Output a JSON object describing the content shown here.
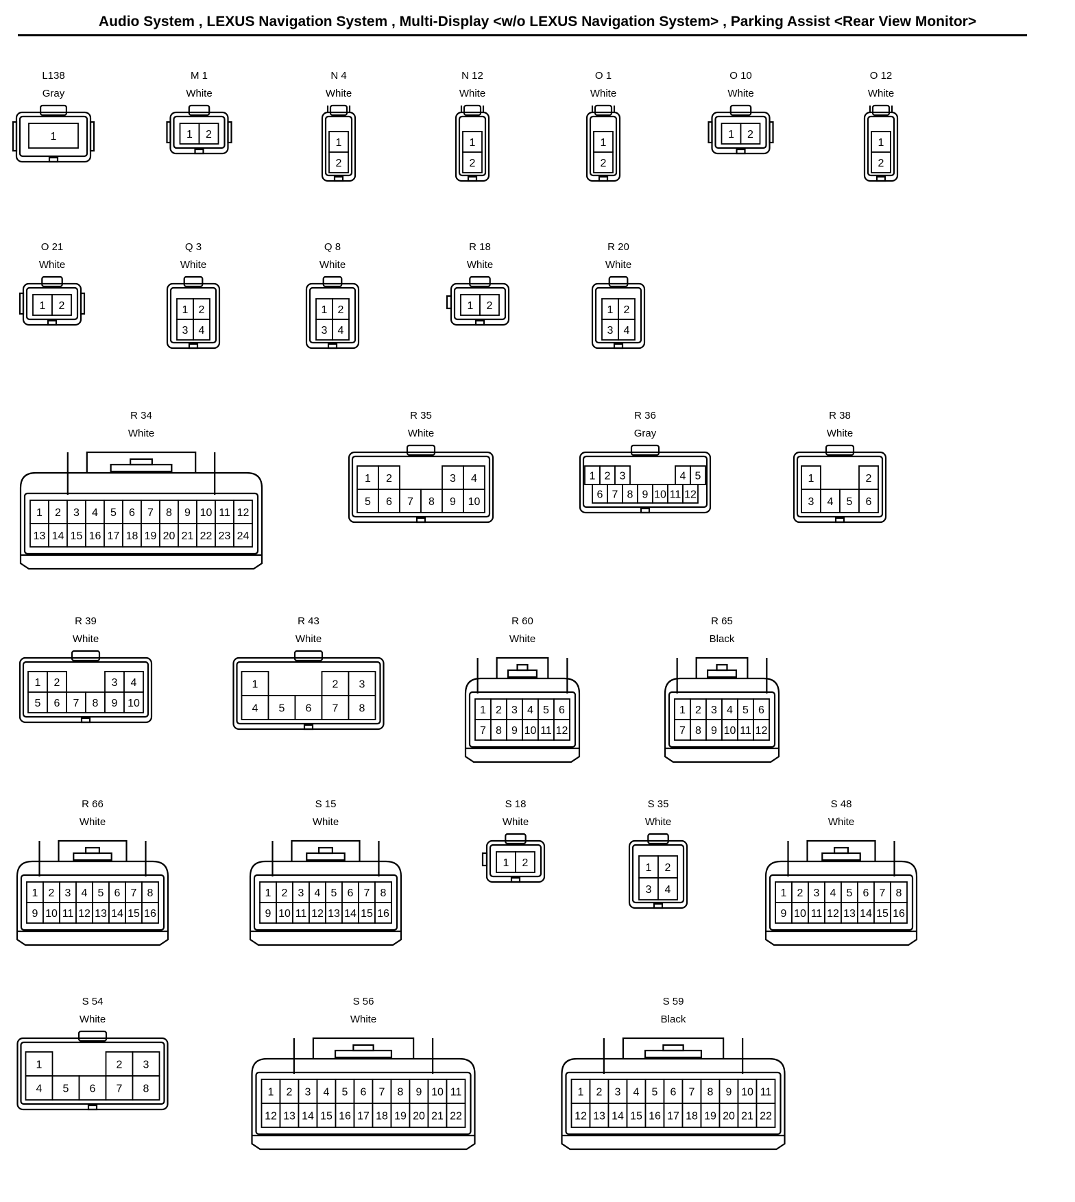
{
  "page": {
    "title": "Audio System , LEXUS Navigation System , Multi-Display <w/o LEXUS Navigation System> , Parking Assist <Rear View Monitor>"
  },
  "connectors": [
    {
      "id": "L138",
      "color": "Gray",
      "pins": [
        [
          1
        ]
      ]
    },
    {
      "id": "M 1",
      "color": "White",
      "pins": [
        [
          1,
          2
        ]
      ]
    },
    {
      "id": "N 4",
      "color": "White",
      "pins": [
        [
          1
        ],
        [
          2
        ]
      ]
    },
    {
      "id": "N 12",
      "color": "White",
      "pins": [
        [
          1
        ],
        [
          2
        ]
      ]
    },
    {
      "id": "O 1",
      "color": "White",
      "pins": [
        [
          1
        ],
        [
          2
        ]
      ]
    },
    {
      "id": "O 10",
      "color": "White",
      "pins": [
        [
          1,
          2
        ]
      ]
    },
    {
      "id": "O 12",
      "color": "White",
      "pins": [
        [
          1
        ],
        [
          2
        ]
      ]
    },
    {
      "id": "O 21",
      "color": "White",
      "pins": [
        [
          1,
          2
        ]
      ]
    },
    {
      "id": "Q 3",
      "color": "White",
      "pins": [
        [
          1,
          2
        ],
        [
          3,
          4
        ]
      ]
    },
    {
      "id": "Q 8",
      "color": "White",
      "pins": [
        [
          1,
          2
        ],
        [
          3,
          4
        ]
      ]
    },
    {
      "id": "R 18",
      "color": "White",
      "pins": [
        [
          1,
          2
        ]
      ]
    },
    {
      "id": "R 20",
      "color": "White",
      "pins": [
        [
          1,
          2
        ],
        [
          3,
          4
        ]
      ]
    },
    {
      "id": "R 34",
      "color": "White",
      "pins": [
        [
          1,
          2,
          3,
          4,
          5,
          6,
          7,
          8,
          9,
          10,
          11,
          12
        ],
        [
          13,
          14,
          15,
          16,
          17,
          18,
          19,
          20,
          21,
          22,
          23,
          24
        ]
      ]
    },
    {
      "id": "R 35",
      "color": "White",
      "pins": [
        [
          1,
          2,
          null,
          null,
          3,
          4
        ],
        [
          5,
          6,
          7,
          8,
          9,
          10
        ]
      ]
    },
    {
      "id": "R 36",
      "color": "Gray",
      "pins": [
        [
          1,
          2,
          3,
          null,
          null,
          null,
          4,
          5
        ],
        [
          6,
          7,
          8,
          9,
          10,
          11,
          12
        ]
      ]
    },
    {
      "id": "R 38",
      "color": "White",
      "pins": [
        [
          1,
          null,
          null,
          2
        ],
        [
          3,
          4,
          5,
          6
        ]
      ]
    },
    {
      "id": "R 39",
      "color": "White",
      "pins": [
        [
          1,
          2,
          null,
          null,
          3,
          4
        ],
        [
          5,
          6,
          7,
          8,
          9,
          10
        ]
      ]
    },
    {
      "id": "R 43",
      "color": "White",
      "pins": [
        [
          1,
          null,
          null,
          2,
          3
        ],
        [
          4,
          5,
          6,
          7,
          8
        ]
      ]
    },
    {
      "id": "R 60",
      "color": "White",
      "pins": [
        [
          1,
          2,
          3,
          4,
          5,
          6
        ],
        [
          7,
          8,
          9,
          10,
          11,
          12
        ]
      ]
    },
    {
      "id": "R 65",
      "color": "Black",
      "pins": [
        [
          1,
          2,
          3,
          4,
          5,
          6
        ],
        [
          7,
          8,
          9,
          10,
          11,
          12
        ]
      ]
    },
    {
      "id": "R 66",
      "color": "White",
      "pins": [
        [
          1,
          2,
          3,
          4,
          5,
          6,
          7,
          8
        ],
        [
          9,
          10,
          11,
          12,
          13,
          14,
          15,
          16
        ]
      ]
    },
    {
      "id": "S 15",
      "color": "White",
      "pins": [
        [
          1,
          2,
          3,
          4,
          5,
          6,
          7,
          8
        ],
        [
          9,
          10,
          11,
          12,
          13,
          14,
          15,
          16
        ]
      ]
    },
    {
      "id": "S 18",
      "color": "White",
      "pins": [
        [
          1,
          2
        ]
      ]
    },
    {
      "id": "S 35",
      "color": "White",
      "pins": [
        [
          1,
          2
        ],
        [
          3,
          4
        ]
      ]
    },
    {
      "id": "S 48",
      "color": "White",
      "pins": [
        [
          1,
          2,
          3,
          4,
          5,
          6,
          7,
          8
        ],
        [
          9,
          10,
          11,
          12,
          13,
          14,
          15,
          16
        ]
      ]
    },
    {
      "id": "S 54",
      "color": "White",
      "pins": [
        [
          1,
          null,
          null,
          2,
          3
        ],
        [
          4,
          5,
          6,
          7,
          8
        ]
      ]
    },
    {
      "id": "S 56",
      "color": "White",
      "pins": [
        [
          1,
          2,
          3,
          4,
          5,
          6,
          7,
          8,
          9,
          10,
          11
        ],
        [
          12,
          13,
          14,
          15,
          16,
          17,
          18,
          19,
          20,
          21,
          22
        ]
      ]
    },
    {
      "id": "S 59",
      "color": "Black",
      "pins": [
        [
          1,
          2,
          3,
          4,
          5,
          6,
          7,
          8,
          9,
          10,
          11
        ],
        [
          12,
          13,
          14,
          15,
          16,
          17,
          18,
          19,
          20,
          21,
          22
        ]
      ]
    }
  ]
}
